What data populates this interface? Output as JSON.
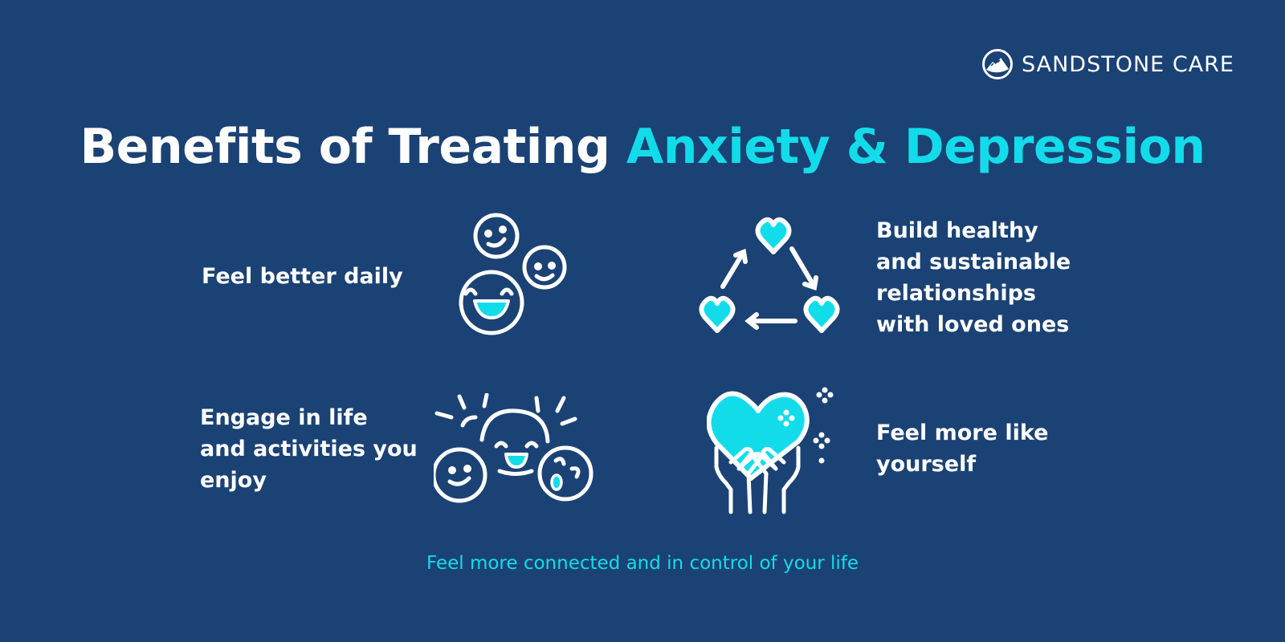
{
  "brand": {
    "name": "SANDSTONE CARE",
    "icon": "mountain-logo-icon"
  },
  "title": {
    "main": "Benefits of Treating ",
    "accent": "Anxiety & Depression"
  },
  "benefits": [
    {
      "label": "Feel better daily",
      "icon": "smiley-faces-icon"
    },
    {
      "label": "Build healthy and sustainable relationships with loved ones",
      "lines": [
        "Build healthy",
        "and sustainable",
        "relationships",
        "with loved ones"
      ],
      "icon": "heart-cycle-icon"
    },
    {
      "label": "Engage in life and activities you enjoy",
      "lines": [
        "Engage in life",
        "and activities you",
        "enjoy"
      ],
      "icon": "happy-group-icon"
    },
    {
      "label": "Feel more like yourself",
      "lines": [
        "Feel more like",
        "yourself"
      ],
      "icon": "hands-holding-heart-icon"
    }
  ],
  "footer": "Feel more connected and in control of your life",
  "colors": {
    "background": "#1B4274",
    "accent": "#13DCEA",
    "text": "#FFFFFF"
  }
}
